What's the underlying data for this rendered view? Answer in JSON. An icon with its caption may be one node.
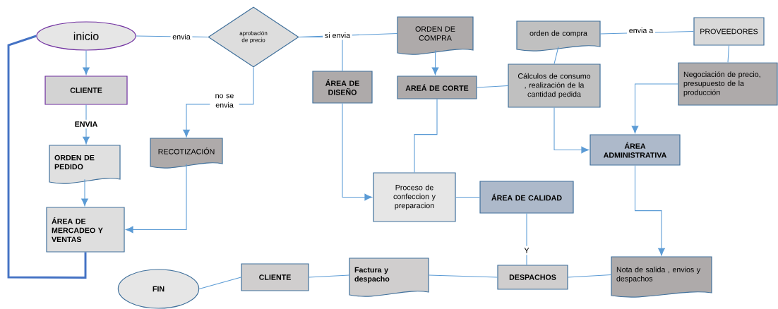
{
  "diagram": {
    "nodes": [
      {
        "text": [
          "inicio"
        ]
      },
      {
        "text": [
          "aprobación de precio"
        ]
      },
      {
        "text": [
          "CLIENTE"
        ]
      },
      {
        "text": [
          "ORDEN DE PEDIDO"
        ]
      },
      {
        "text": [
          "RECOTIZACIÓN"
        ]
      },
      {
        "text": [
          "ÁREA DE MERCADEO Y VENTAS"
        ]
      },
      {
        "text": [
          "ORDEN DE COMPRA"
        ]
      },
      {
        "text": [
          "ÁREA DE DISEÑO"
        ]
      },
      {
        "text": [
          "AREÁ DE CORTE"
        ]
      },
      {
        "text": [
          "orden de compra"
        ]
      },
      {
        "text": [
          "PROVEEDORES"
        ]
      },
      {
        "text": [
          "Cálculos de consumo , realización de la cantidad pedida"
        ]
      },
      {
        "text": [
          "Negociación de precio, presupuesto de la producción"
        ]
      },
      {
        "text": [
          "ÁREA ADMINISTRATIVA"
        ]
      },
      {
        "text": [
          "Proceso de confeccion y preparacion"
        ]
      },
      {
        "text": [
          "ÁREA DE CALIDAD"
        ]
      },
      {
        "text": [
          "FIN"
        ]
      },
      {
        "text": [
          "CLIENTE"
        ]
      },
      {
        "text": [
          "Factura y despacho"
        ]
      },
      {
        "text": [
          "DESPACHOS"
        ]
      },
      {
        "text": [
          "Nota de salida , envios y despachos"
        ]
      }
    ],
    "edges": [
      {
        "from": 0,
        "to": 1,
        "arrow": "none",
        "label": "envia"
      },
      {
        "from": 1,
        "to": 6,
        "arrow": "none",
        "label": "si envia"
      },
      {
        "from": 1,
        "to": 7,
        "arrow": "none"
      },
      {
        "from": 1,
        "to": 4,
        "arrow": "to",
        "label": "no se envia"
      },
      {
        "from": 0,
        "to": 2,
        "arrow": "to"
      },
      {
        "from": 2,
        "to": 3,
        "arrow": "to",
        "label": "ENVIA"
      },
      {
        "from": 3,
        "to": 5,
        "arrow": "to"
      },
      {
        "from": 4,
        "to": 5,
        "arrow": "to"
      },
      {
        "from": 5,
        "to": 0,
        "arrow": "none",
        "style": "thick",
        "color": "#4472c4"
      },
      {
        "from": 6,
        "to": 8,
        "arrow": "to"
      },
      {
        "from": 8,
        "to": 11,
        "arrow": "none"
      },
      {
        "from": 9,
        "to": 11,
        "arrow": "none"
      },
      {
        "from": 9,
        "to": 10,
        "arrow": "none",
        "label": "envia a"
      },
      {
        "from": 10,
        "to": 12,
        "arrow": "none"
      },
      {
        "from": 12,
        "to": 13,
        "arrow": "to"
      },
      {
        "from": 11,
        "to": 13,
        "arrow": "to"
      },
      {
        "from": 8,
        "to": 14,
        "arrow": "none"
      },
      {
        "from": 7,
        "to": 14,
        "arrow": "to"
      },
      {
        "from": 14,
        "to": 15,
        "arrow": "none"
      },
      {
        "from": 15,
        "to": 19,
        "arrow": "none",
        "label": "Y"
      },
      {
        "from": 13,
        "to": 20,
        "arrow": "to"
      },
      {
        "from": 20,
        "to": 19,
        "arrow": "none"
      },
      {
        "from": 19,
        "to": 18,
        "arrow": "none"
      },
      {
        "from": 18,
        "to": 17,
        "arrow": "none"
      },
      {
        "from": 17,
        "to": 16,
        "arrow": "none"
      }
    ]
  }
}
